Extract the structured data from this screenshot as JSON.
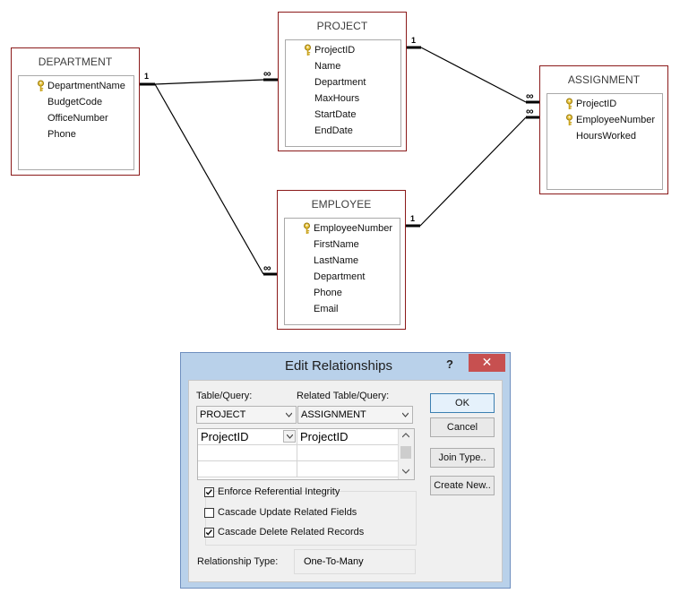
{
  "tables": {
    "department": {
      "title": "DEPARTMENT",
      "fields": [
        {
          "name": "DepartmentName",
          "key": true
        },
        {
          "name": "BudgetCode",
          "key": false
        },
        {
          "name": "OfficeNumber",
          "key": false
        },
        {
          "name": "Phone",
          "key": false
        }
      ]
    },
    "project": {
      "title": "PROJECT",
      "fields": [
        {
          "name": "ProjectID",
          "key": true
        },
        {
          "name": "Name",
          "key": false
        },
        {
          "name": "Department",
          "key": false
        },
        {
          "name": "MaxHours",
          "key": false
        },
        {
          "name": "StartDate",
          "key": false
        },
        {
          "name": "EndDate",
          "key": false
        }
      ]
    },
    "employee": {
      "title": "EMPLOYEE",
      "fields": [
        {
          "name": "EmployeeNumber",
          "key": true
        },
        {
          "name": "FirstName",
          "key": false
        },
        {
          "name": "LastName",
          "key": false
        },
        {
          "name": "Department",
          "key": false
        },
        {
          "name": "Phone",
          "key": false
        },
        {
          "name": "Email",
          "key": false
        }
      ]
    },
    "assignment": {
      "title": "ASSIGNMENT",
      "fields": [
        {
          "name": "ProjectID",
          "key": true
        },
        {
          "name": "EmployeeNumber",
          "key": true
        },
        {
          "name": "HoursWorked",
          "key": false
        }
      ]
    }
  },
  "relationships": {
    "one": "1",
    "many": "∞"
  },
  "dialog": {
    "title": "Edit Relationships",
    "help": "?",
    "close": "✕",
    "table_query_label": "Table/Query:",
    "related_table_label": "Related Table/Query:",
    "table_value": "PROJECT",
    "related_value": "ASSIGNMENT",
    "grid_left": "ProjectID",
    "grid_right": "ProjectID",
    "ok": "OK",
    "cancel": "Cancel",
    "join_type": "Join Type..",
    "create_new": "Create New..",
    "enforce": "Enforce Referential Integrity",
    "cascade_update": "Cascade Update Related Fields",
    "cascade_delete": "Cascade Delete Related Records",
    "enforce_checked": true,
    "cascade_update_checked": false,
    "cascade_delete_checked": true,
    "relationship_type_label": "Relationship Type:",
    "relationship_type_value": "One-To-Many"
  }
}
